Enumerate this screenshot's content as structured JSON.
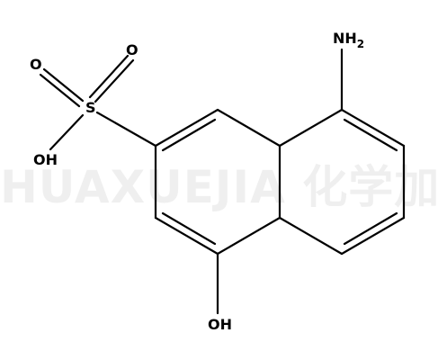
{
  "watermark": "HUAXUEJIA 化学加",
  "atoms": {
    "nh2": "NH",
    "nh2_sub": "2",
    "s": "S",
    "o_top": "O",
    "o_left": "O",
    "oh_sulfonic": "OH",
    "oh_phenol": "OH"
  },
  "colors": {
    "bond": "#000000",
    "text": "#000000",
    "background": "#ffffff"
  }
}
